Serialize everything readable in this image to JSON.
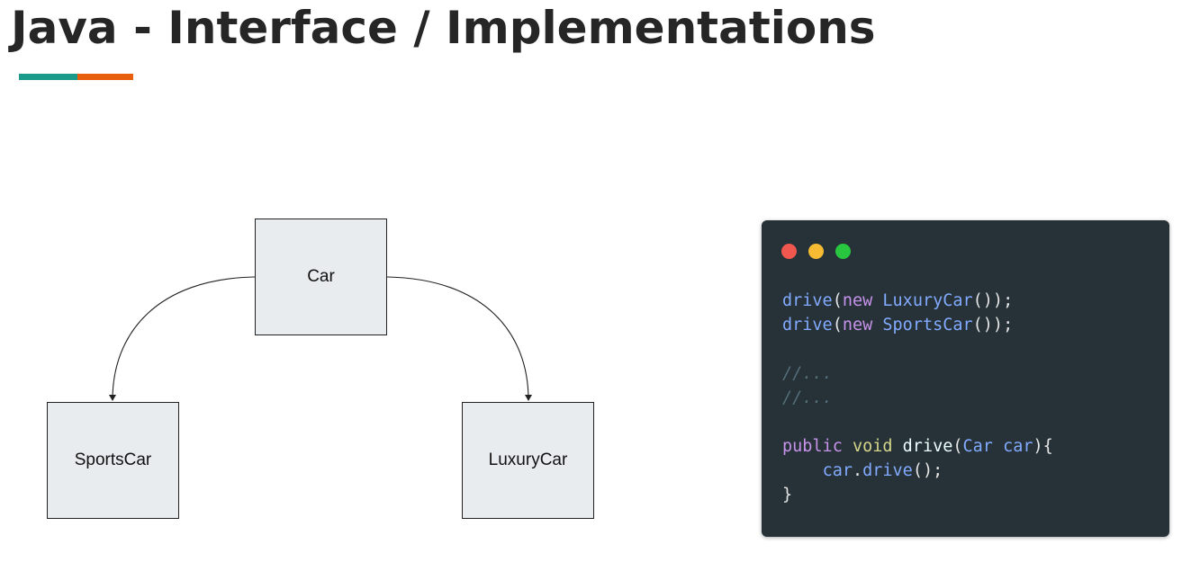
{
  "slide": {
    "title": "Java - Interface / Implementations",
    "accent_colors": [
      "#1b9a89",
      "#e8600e"
    ]
  },
  "diagram": {
    "nodes": [
      {
        "id": "car",
        "label": "Car"
      },
      {
        "id": "sports",
        "label": "SportsCar"
      },
      {
        "id": "luxury",
        "label": "LuxuryCar"
      }
    ],
    "edges": [
      {
        "from": "Car",
        "to": "SportsCar"
      },
      {
        "from": "Car",
        "to": "LuxuryCar"
      }
    ]
  },
  "code_window": {
    "background": "#263238",
    "window_controls": [
      "close-dot",
      "minimize-dot",
      "maximize-dot"
    ],
    "lines": [
      [
        {
          "cls": "tok-fn",
          "text": "drive"
        },
        {
          "cls": "tok-punc",
          "text": "("
        },
        {
          "cls": "tok-kw",
          "text": "new "
        },
        {
          "cls": "tok-fn",
          "text": "LuxuryCar"
        },
        {
          "cls": "tok-punc",
          "text": "());"
        }
      ],
      [
        {
          "cls": "tok-fn",
          "text": "drive"
        },
        {
          "cls": "tok-punc",
          "text": "("
        },
        {
          "cls": "tok-kw",
          "text": "new "
        },
        {
          "cls": "tok-fn",
          "text": "SportsCar"
        },
        {
          "cls": "tok-punc",
          "text": "());"
        }
      ],
      [],
      [
        {
          "cls": "tok-comment",
          "text": "//..."
        }
      ],
      [
        {
          "cls": "tok-comment",
          "text": "//..."
        }
      ],
      [],
      [
        {
          "cls": "tok-kw",
          "text": "public "
        },
        {
          "cls": "tok-yellow",
          "text": "void "
        },
        {
          "cls": "tok-white",
          "text": "drive"
        },
        {
          "cls": "tok-punc",
          "text": "("
        },
        {
          "cls": "tok-blue",
          "text": "Car car"
        },
        {
          "cls": "tok-punc",
          "text": "){"
        }
      ],
      [
        {
          "cls": "tok-punc",
          "text": "    "
        },
        {
          "cls": "tok-blue",
          "text": "car"
        },
        {
          "cls": "tok-punc",
          "text": "."
        },
        {
          "cls": "tok-fn",
          "text": "drive"
        },
        {
          "cls": "tok-punc",
          "text": "();"
        }
      ],
      [
        {
          "cls": "tok-punc",
          "text": "}"
        }
      ]
    ]
  }
}
